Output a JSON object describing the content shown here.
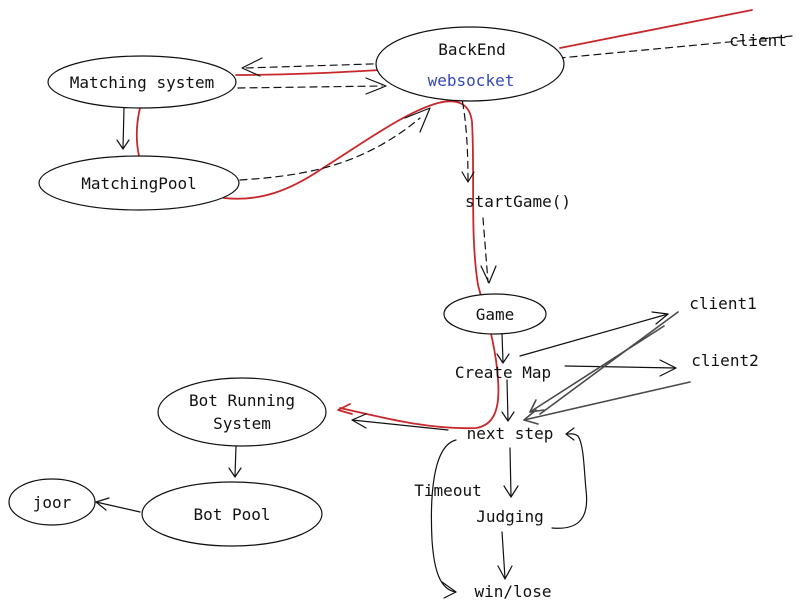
{
  "diagram": {
    "nodes": {
      "backend": "BackEnd",
      "websocket": "websocket",
      "client": "client",
      "matching_system": "Matching system",
      "matching_pool": "MatchingPool",
      "start_game": "startGame()",
      "game": "Game",
      "client1": "client1",
      "client2": "client2",
      "create_map": "Create Map",
      "bot_running_line1": "Bot Running",
      "bot_running_line2": "System",
      "next_step": "next step",
      "timeout": "Timeout",
      "judging": "Judging",
      "joor": "joor",
      "bot_pool": "Bot Pool",
      "win_lose": "win/lose"
    },
    "colors": {
      "red_flow": "#c8282c",
      "websocket_text": "#3548b8",
      "client_arrows": "#4a4a4a"
    }
  }
}
